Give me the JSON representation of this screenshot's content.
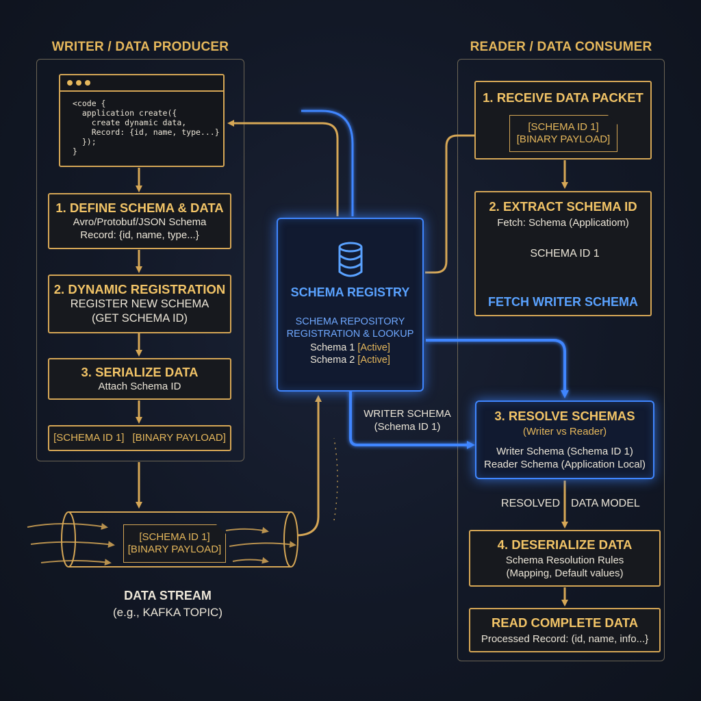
{
  "colors": {
    "gold": "#d6a756",
    "gold_text": "#f2c467",
    "blue": "#3f86ff",
    "background": "#121826"
  },
  "icons": {
    "registry": "database-icon"
  },
  "writer": {
    "heading": "WRITER / DATA PRODUCER",
    "code": "<code {\n  application create({\n    create dynamic data,\n    Record: {id, name, type...}\n  });\n}",
    "step1": {
      "title": "1. DEFINE SCHEMA & DATA",
      "line1": "Avro/Protobuf/JSON Schema",
      "line2": "Record: {id, name, type...}"
    },
    "step2": {
      "title": "2. DYNAMIC REGISTRATION",
      "line1": "REGISTER NEW SCHEMA",
      "line2": "(GET SCHEMA ID)"
    },
    "step3": {
      "title": "3. SERIALIZE DATA",
      "line1": "Attach Schema ID"
    },
    "payload": {
      "schema_id": "[SCHEMA ID 1]",
      "binary": "[BINARY PAYLOAD]"
    }
  },
  "stream": {
    "payload_line1": "[SCHEMA ID 1]",
    "payload_line2": "[BINARY PAYLOAD]",
    "label_title": "DATA STREAM",
    "label_sub": "(e.g., KAFKA TOPIC)"
  },
  "registry": {
    "title": "SCHEMA REGISTRY",
    "line1": "SCHEMA REPOSITORY",
    "line2": "REGISTRATION & LOOKUP",
    "schema1_name": "Schema 1",
    "schema1_status": "[Active]",
    "schema2_name": "Schema 2",
    "schema2_status": "[Active]"
  },
  "writer_schema_label": {
    "line1": "WRITER SCHEMA",
    "line2": "(Schema ID 1)"
  },
  "reader": {
    "heading": "READER / DATA CONSUMER",
    "step1": {
      "title": "1. RECEIVE DATA PACKET",
      "payload_line1": "[SCHEMA ID 1]",
      "payload_line2": "[BINARY PAYLOAD]"
    },
    "step2": {
      "title": "2. EXTRACT SCHEMA ID",
      "line1": "Fetch: Schema (Applicatiom)",
      "schema_id": "SCHEMA ID 1",
      "fetch": "FETCH WRITER SCHEMA"
    },
    "step3": {
      "title": "3. RESOLVE SCHEMAS",
      "sub": "(Writer vs Reader)",
      "line1": "Writer Schema (Schema ID 1)",
      "line2": "Reader Schema (Application Local)"
    },
    "resolved_label": "RESOLVED",
    "data_model_label": "DATA MODEL",
    "step4": {
      "title": "4. DESERIALIZE DATA",
      "line1": "Schema Resolution Rules",
      "line2": "(Mapping, Default values)"
    },
    "step5": {
      "title": "READ COMPLETE DATA",
      "line1": "Processed Record: (id, name, info...}"
    }
  }
}
